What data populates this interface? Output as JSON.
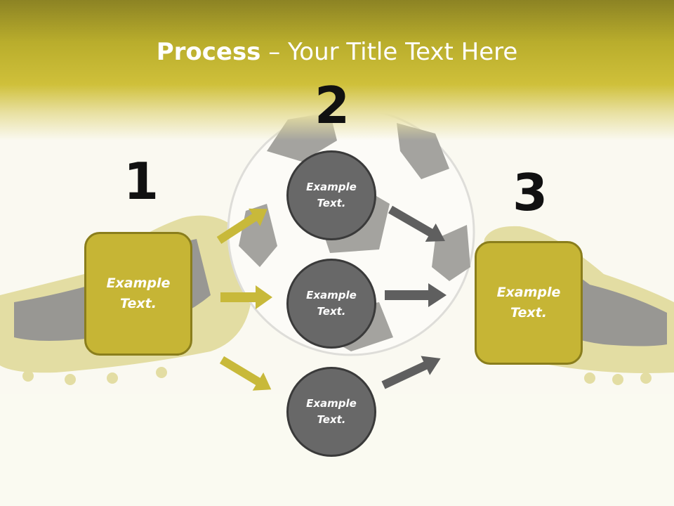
{
  "title": {
    "strong": "Process",
    "rest": " – Your Title Text Here"
  },
  "steps": {
    "one": {
      "number": "1",
      "label": "Example\nText."
    },
    "two": {
      "number": "2"
    },
    "three": {
      "number": "3",
      "label": "Example\nText."
    }
  },
  "circles": [
    {
      "label": "Example\nText."
    },
    {
      "label": "Example\nText."
    },
    {
      "label": "Example\nText."
    }
  ],
  "colors": {
    "band": "#c2b431",
    "box_fill": "#c6b535",
    "box_border": "#8a7e1c",
    "circle_fill": "#686868",
    "yellow_arrow": "#c8b93a",
    "gray_arrow": "#5f5f5f"
  }
}
